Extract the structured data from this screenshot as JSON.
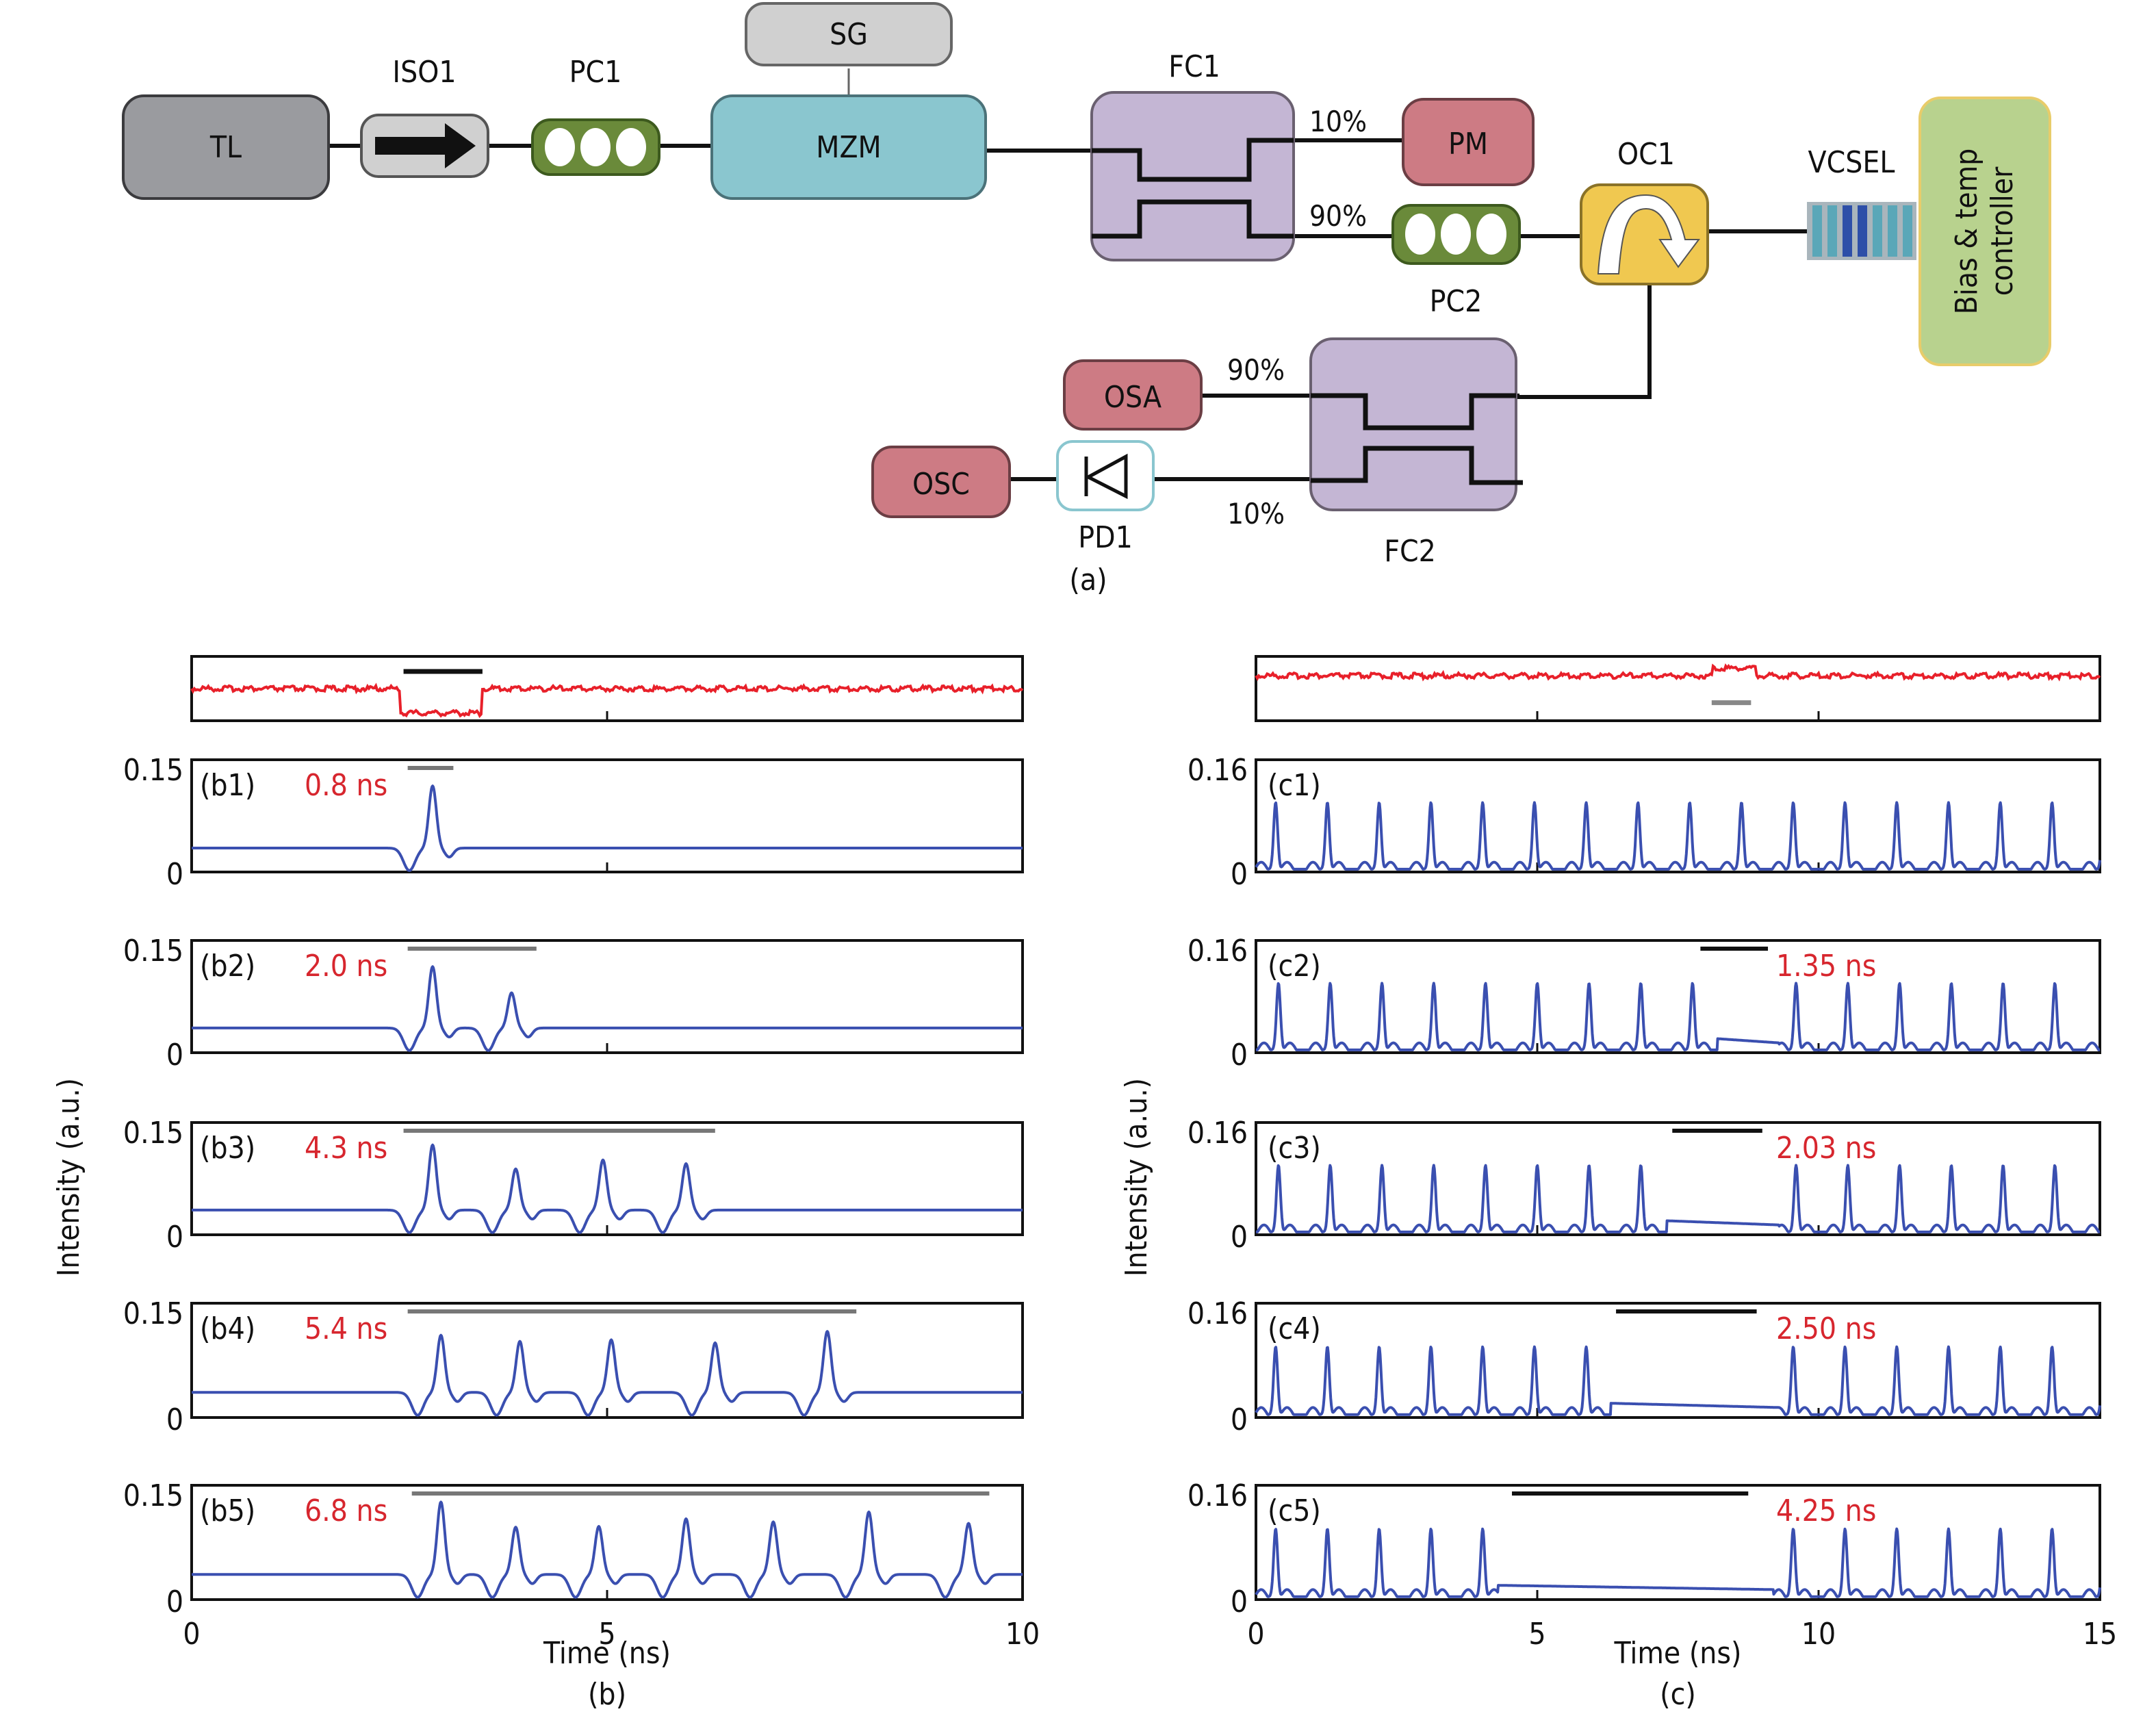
{
  "diagram": {
    "caption": "(a)",
    "components": {
      "TL": "TL",
      "ISO1": "ISO1",
      "PC1": "PC1",
      "SG": "SG",
      "MZM": "MZM",
      "FC1": "FC1",
      "PM": "PM",
      "PC2": "PC2",
      "OC1": "OC1",
      "VCSEL": "VCSEL",
      "controller_line1": "Bias & temp",
      "controller_line2": "controller",
      "OSA": "OSA",
      "OSC": "OSC",
      "PD1": "PD1",
      "FC2": "FC2"
    },
    "ratios": {
      "fc1_top": "10%",
      "fc1_bottom": "90%",
      "fc2_top": "90%",
      "fc2_bottom": "10%"
    },
    "colors": {
      "TL": "#9a9b9f",
      "ISO1": "#d0d0d0",
      "PC": "#6a8a3a",
      "SG": "#d0d0d0",
      "MZM": "#8ac6cf",
      "FC": "#c1b2d2",
      "PM": "#cd7b84",
      "OC1": "#f0c850",
      "VCSEL": "#5aa7b8",
      "controller": "#b8d28e",
      "PD1": "#8ac6cf"
    }
  },
  "chart_data": [
    {
      "panel": "b",
      "caption": "(b)",
      "type": "line",
      "xlabel": "Time (ns)",
      "ylabel": "Intensity (a.u.)",
      "xlim": [
        0,
        10
      ],
      "xticks": [
        0,
        5,
        10
      ],
      "ylim": [
        0,
        0.15
      ],
      "yticks": [
        "0",
        "0.15"
      ],
      "trace_color": "#3a4fb0",
      "signal_color": "#e8202a",
      "label_color": "#d7262e",
      "signal": {
        "baseline": 0.5,
        "level": 0.15,
        "start": 2.5,
        "end": 3.5,
        "direction": "down",
        "bar": [
          2.55,
          3.5
        ]
      },
      "subplots": [
        {
          "id": "(b1)",
          "duration": "0.8 ns",
          "bar": [
            2.6,
            3.15
          ],
          "baseline": 0.032,
          "peaks": [
            {
              "t": 2.9,
              "a": 0.115
            }
          ]
        },
        {
          "id": "(b2)",
          "duration": "2.0 ns",
          "bar": [
            2.6,
            4.15
          ],
          "baseline": 0.033,
          "peaks": [
            {
              "t": 2.9,
              "a": 0.115
            },
            {
              "t": 3.85,
              "a": 0.08
            }
          ]
        },
        {
          "id": "(b3)",
          "duration": "4.3 ns",
          "bar": [
            2.55,
            6.3
          ],
          "baseline": 0.033,
          "peaks": [
            {
              "t": 2.9,
              "a": 0.12
            },
            {
              "t": 3.9,
              "a": 0.088
            },
            {
              "t": 4.95,
              "a": 0.1
            },
            {
              "t": 5.95,
              "a": 0.095
            }
          ]
        },
        {
          "id": "(b4)",
          "duration": "5.4 ns",
          "bar": [
            2.6,
            8.0
          ],
          "baseline": 0.033,
          "peaks": [
            {
              "t": 3.0,
              "a": 0.108
            },
            {
              "t": 3.95,
              "a": 0.1
            },
            {
              "t": 5.05,
              "a": 0.102
            },
            {
              "t": 6.3,
              "a": 0.098
            },
            {
              "t": 7.65,
              "a": 0.113
            }
          ]
        },
        {
          "id": "(b5)",
          "duration": "6.8 ns",
          "bar": [
            2.65,
            9.6
          ],
          "baseline": 0.033,
          "peaks": [
            {
              "t": 3.0,
              "a": 0.128
            },
            {
              "t": 3.9,
              "a": 0.095
            },
            {
              "t": 4.9,
              "a": 0.096
            },
            {
              "t": 5.95,
              "a": 0.106
            },
            {
              "t": 7.0,
              "a": 0.102
            },
            {
              "t": 8.15,
              "a": 0.115
            },
            {
              "t": 9.35,
              "a": 0.1
            }
          ]
        }
      ]
    },
    {
      "panel": "c",
      "caption": "(c)",
      "type": "line",
      "xlabel": "Time (ns)",
      "ylabel": "Intensity (a.u.)",
      "xlim": [
        0,
        15
      ],
      "xticks": [
        0,
        5,
        10,
        15
      ],
      "ylim": [
        0,
        0.16
      ],
      "yticks": [
        "0",
        "0.16"
      ],
      "trace_color": "#3a4fb0",
      "signal_color": "#e8202a",
      "label_color": "#d7262e",
      "pulse_period_ns": 0.92,
      "pulse_amplitude": 0.095,
      "signal": {
        "baseline": 0.3,
        "level": 0.7,
        "start": 8.1,
        "end": 8.9,
        "direction": "up",
        "bar": [
          8.1,
          8.8
        ]
      },
      "subplots": [
        {
          "id": "(c1)",
          "duration": "",
          "bar": null,
          "gap": null,
          "first_peak": 0.35
        },
        {
          "id": "(c2)",
          "duration": "1.35 ns",
          "bar": [
            7.9,
            9.1
          ],
          "gap": [
            8.2,
            9.3
          ],
          "first_peak": 0.4
        },
        {
          "id": "(c3)",
          "duration": "2.03 ns",
          "bar": [
            7.4,
            9.0
          ],
          "gap": [
            7.3,
            9.3
          ],
          "first_peak": 0.4
        },
        {
          "id": "(c4)",
          "duration": "2.50 ns",
          "bar": [
            6.4,
            8.9
          ],
          "gap": [
            6.3,
            9.3
          ],
          "first_peak": 0.35
        },
        {
          "id": "(c5)",
          "duration": "4.25 ns",
          "bar": [
            4.55,
            8.75
          ],
          "gap": [
            4.3,
            9.2
          ],
          "first_peak": 0.35
        }
      ]
    }
  ]
}
